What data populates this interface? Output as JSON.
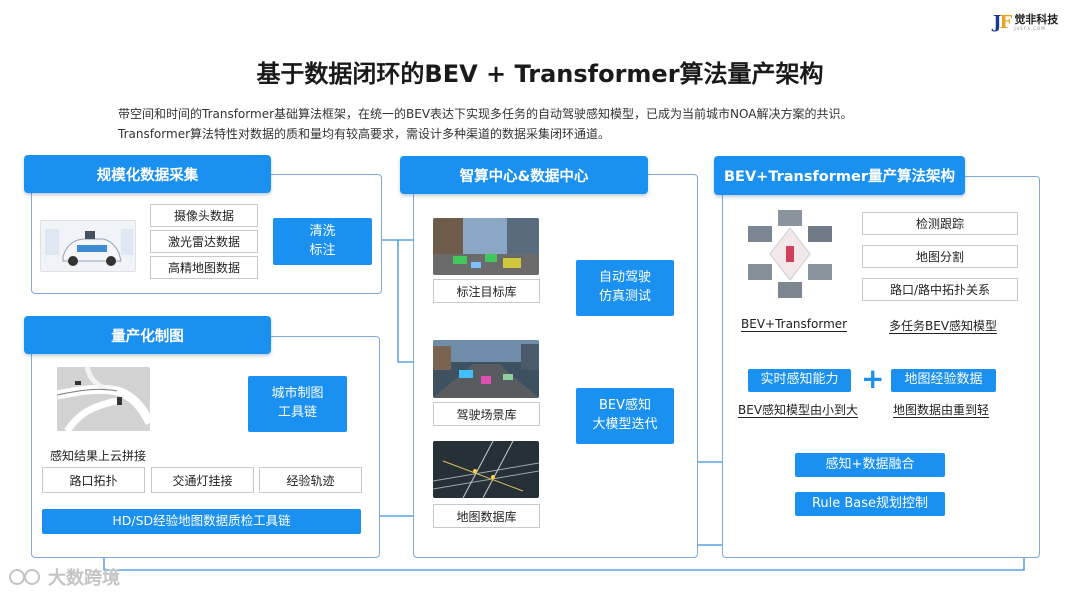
{
  "brand": {
    "mark": "JF",
    "name_cn": "觉非科技",
    "name_en": "JUEFX.COM"
  },
  "title": "基于数据闭环的BEV + Transformer算法量产架构",
  "intro": [
    "带空间和时间的Transformer基础算法框架，在统一的BEV表达下实现多任务的自动驾驶感知模型，已成为当前城市NOA解决方案的共识。",
    "Transformer算法特性对数据的质和量均有较高要求，需设计多种渠道的数据采集闭环通道。"
  ],
  "collection": {
    "header": "规模化数据采集",
    "sources": [
      "摄像头数据",
      "激光雷达数据",
      "高精地图数据"
    ],
    "process": [
      "清洗",
      "标注"
    ]
  },
  "mapping": {
    "header": "量产化制图",
    "image_caption": "感知结果上云拼接",
    "toolchain": [
      "城市制图",
      "工具链"
    ],
    "items": [
      "路口拓扑",
      "交通灯挂接",
      "经验轨迹"
    ],
    "qc_bar": "HD/SD经验地图数据质检工具链"
  },
  "compute": {
    "header": "智算中心&数据中心",
    "labels": [
      "标注目标库",
      "驾驶场景库",
      "地图数据库"
    ],
    "sim": [
      "自动驾驶",
      "仿真测试"
    ],
    "bev_iter": [
      "BEV感知",
      "大模型迭代"
    ]
  },
  "bev": {
    "header": "BEV+Transformer量产算法架构",
    "tasks": [
      "检测跟踪",
      "地图分割",
      "路口/路中拓扑关系"
    ],
    "caption_left": "BEV+Transformer",
    "caption_right": "多任务BEV感知模型",
    "ability": "实时感知能力",
    "plus": "+",
    "map_data": "地图经验数据",
    "model_small_to_large": "BEV感知模型由小到大",
    "map_heavy_to_light": "地图数据由重到轻",
    "fusion": "感知+数据融合",
    "planning": "Rule Base规划控制"
  },
  "watermark": "大数跨境",
  "colors": {
    "accent": "#1a90f0",
    "panel_border": "#7fa9dd",
    "line": "#3a8fe0"
  }
}
